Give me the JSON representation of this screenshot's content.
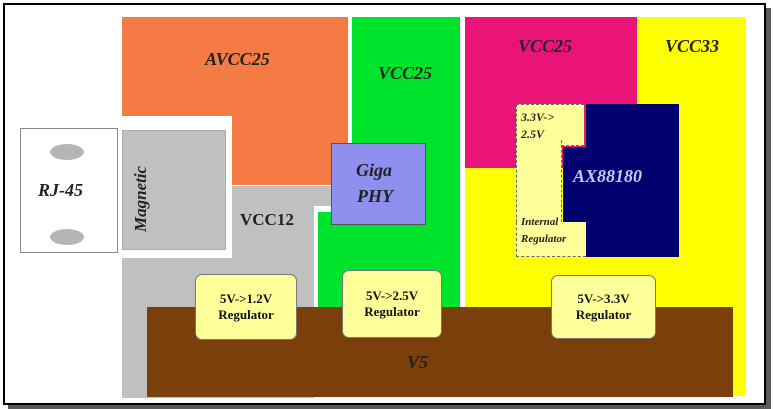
{
  "colors": {
    "avcc25": "#f47b43",
    "vcc25": "#00e32c",
    "vcc25_chip": "#ea1478",
    "vcc33": "#ffff00",
    "v5": "#7a3f0a",
    "vcc12": "#c0c0c0",
    "giga_phy": "#8f8ff0",
    "ax88180": "#00006e",
    "regulator": "#ffff99"
  },
  "blocks": {
    "rj45": "RJ-45",
    "magnetic": "Magnetic",
    "avcc25": "AVCC25",
    "vcc25_left": "VCC25",
    "vcc25_right": "VCC25",
    "vcc33": "VCC33",
    "vcc12": "VCC12",
    "giga_phy_line1": "Giga",
    "giga_phy_line2": "PHY",
    "ax88180": "AX88180",
    "internal_reg_in": "3.3V->",
    "internal_reg_out": "2.5V",
    "internal_reg_line1": "Internal",
    "internal_reg_line2": "Regulator",
    "v5": "V5"
  },
  "regulators": [
    {
      "line1": "5V->1.2V",
      "line2": "Regulator"
    },
    {
      "line1": "5V->2.5V",
      "line2": "Regulator"
    },
    {
      "line1": "5V->3.3V",
      "line2": "Regulator"
    }
  ]
}
